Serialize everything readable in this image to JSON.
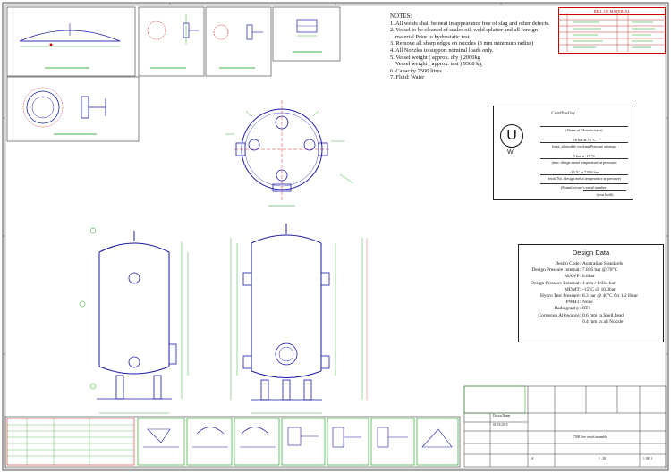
{
  "notes": {
    "heading": "NOTES:",
    "items": [
      "1. All welds shall be neat in appearance free of slag and other defects.",
      "2. Vessel to be cleaned of scales oil, weld splatter and all foreign",
      "    material Prior to hydrostatic test.",
      "3. Remove all sharp edges on nozzles (3 mm minimum radius)",
      "4. All Nozzles to support nominal loads only.",
      "5. Vessel weight ( approx. dry )  2000kg",
      "    Vessel weight ( approx. test )   9508 kg",
      "6. Capacity 7500 litres",
      "7. Fluid: Water"
    ]
  },
  "bill_of_material": {
    "title": "BILL OF MATERIAL"
  },
  "certified": {
    "title": "Certified by",
    "stamp_letter": "U",
    "stamp_sub": "W",
    "lines": [
      "(Name of Manufacturer)",
      "6.6   bar   at   70  °C",
      "(max. allowable working Pressure at temp)",
      "5   bar  at   -15  °C",
      "(min. design metal temperature at pressure)",
      "-15 °C    at      7.856  bar",
      "Serial No. (design metal temperature at pressure)",
      "(Manufacturer's serial number)",
      "(year built)"
    ]
  },
  "design_data": {
    "title": "Design Data",
    "rows": [
      {
        "k": "Desifn Code:",
        "v": "Australian Standards"
      },
      {
        "k": "Design Pressure Internal:",
        "v": "7.856 bar @ 70°C"
      },
      {
        "k": "MAWP:",
        "v": "8.8bar"
      },
      {
        "k": "Design Pressure External:",
        "v": "1 atm / 1.034 bar"
      },
      {
        "k": "MDMT:",
        "v": "-15°C @ 10.3bar"
      },
      {
        "k": "Hydro Test Pressure:",
        "v": "8.3 bar @ 40°C for 1/2 Hour"
      },
      {
        "k": "PWHT:",
        "v": "None"
      },
      {
        "k": "Radiography:",
        "v": "RT1"
      },
      {
        "k": "Corrosion Allowance:",
        "v": "0.6 mm in Shell,head"
      },
      {
        "k": "",
        "v": "0.4 mm in all Nozzle"
      }
    ]
  },
  "title_block": {
    "drawn": "Drawn Name",
    "date": "01/01/2019",
    "title": "7500 litre vessel assembly",
    "sheet": "1 OF 1",
    "scale": "1 : 20",
    "rev": "A"
  },
  "colors": {
    "vessel_line": "#1a1aa8",
    "annotation": "#0a9a0a",
    "frame": "#222222",
    "bom_border": "#cc0000"
  }
}
